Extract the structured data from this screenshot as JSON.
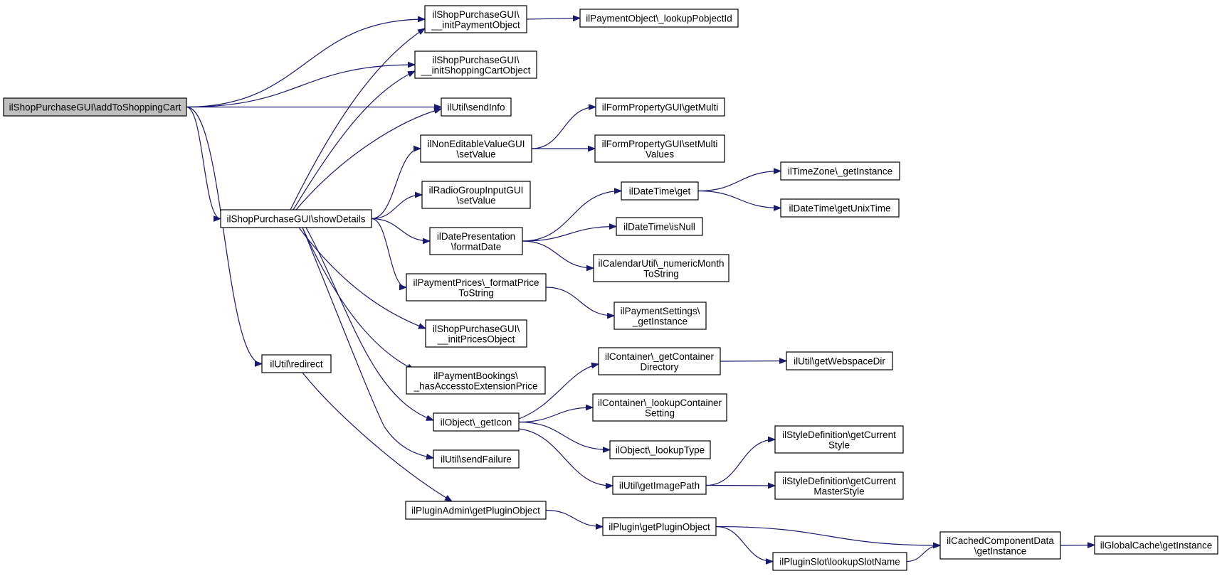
{
  "graph": {
    "nodes": [
      {
        "id": "n0",
        "lines": [
          "ilShopPurchaseGUI\\addToShoppingCart"
        ],
        "root": true
      },
      {
        "id": "n1",
        "lines": [
          "ilShopPurchaseGUI\\",
          "__initPaymentObject"
        ]
      },
      {
        "id": "n2",
        "lines": [
          "ilPaymentObject\\_lookupPobjectId"
        ]
      },
      {
        "id": "n3",
        "lines": [
          "ilShopPurchaseGUI\\",
          "__initShoppingCartObject"
        ]
      },
      {
        "id": "n4",
        "lines": [
          "ilUtil\\sendInfo"
        ]
      },
      {
        "id": "n5",
        "lines": [
          "ilShopPurchaseGUI\\showDetails"
        ]
      },
      {
        "id": "n6",
        "lines": [
          "ilUtil\\redirect"
        ]
      },
      {
        "id": "n7",
        "lines": [
          "ilNonEditableValueGUI",
          "\\setValue"
        ]
      },
      {
        "id": "n8",
        "lines": [
          "ilRadioGroupInputGUI",
          "\\setValue"
        ]
      },
      {
        "id": "n9",
        "lines": [
          "ilDatePresentation",
          "\\formatDate"
        ]
      },
      {
        "id": "n10",
        "lines": [
          "ilPaymentPrices\\_formatPrice",
          "ToString"
        ]
      },
      {
        "id": "n11",
        "lines": [
          "ilShopPurchaseGUI\\",
          "__initPricesObject"
        ]
      },
      {
        "id": "n12",
        "lines": [
          "ilPaymentBookings\\",
          "_hasAccesstoExtensionPrice"
        ]
      },
      {
        "id": "n13",
        "lines": [
          "ilObject\\_getIcon"
        ]
      },
      {
        "id": "n14",
        "lines": [
          "ilUtil\\sendFailure"
        ]
      },
      {
        "id": "n15",
        "lines": [
          "ilPluginAdmin\\getPluginObject"
        ]
      },
      {
        "id": "n16",
        "lines": [
          "ilFormPropertyGUI\\getMulti"
        ]
      },
      {
        "id": "n17",
        "lines": [
          "ilFormPropertyGUI\\setMulti",
          "Values"
        ]
      },
      {
        "id": "n18",
        "lines": [
          "ilDateTime\\get"
        ]
      },
      {
        "id": "n19",
        "lines": [
          "ilDateTime\\isNull"
        ]
      },
      {
        "id": "n20",
        "lines": [
          "ilCalendarUtil\\_numericMonth",
          "ToString"
        ]
      },
      {
        "id": "n21",
        "lines": [
          "ilTimeZone\\_getInstance"
        ]
      },
      {
        "id": "n22",
        "lines": [
          "ilDateTime\\getUnixTime"
        ]
      },
      {
        "id": "n23",
        "lines": [
          "ilPaymentSettings\\",
          "_getInstance"
        ]
      },
      {
        "id": "n24",
        "lines": [
          "ilContainer\\_getContainer",
          "Directory"
        ]
      },
      {
        "id": "n25",
        "lines": [
          "ilUtil\\getWebspaceDir"
        ]
      },
      {
        "id": "n26",
        "lines": [
          "ilContainer\\_lookupContainer",
          "Setting"
        ]
      },
      {
        "id": "n27",
        "lines": [
          "ilObject\\_lookupType"
        ]
      },
      {
        "id": "n28",
        "lines": [
          "ilUtil\\getImagePath"
        ]
      },
      {
        "id": "n29",
        "lines": [
          "ilStyleDefinition\\getCurrent",
          "Style"
        ]
      },
      {
        "id": "n30",
        "lines": [
          "ilStyleDefinition\\getCurrent",
          "MasterStyle"
        ]
      },
      {
        "id": "n31",
        "lines": [
          "ilPlugin\\getPluginObject"
        ]
      },
      {
        "id": "n32",
        "lines": [
          "ilCachedComponentData",
          "\\getInstance"
        ]
      },
      {
        "id": "n33",
        "lines": [
          "ilPluginSlot\\lookupSlotName"
        ]
      },
      {
        "id": "n34",
        "lines": [
          "ilGlobalCache\\getInstance"
        ]
      }
    ],
    "edges": [
      [
        "n0",
        "n1"
      ],
      [
        "n0",
        "n3"
      ],
      [
        "n0",
        "n4"
      ],
      [
        "n0",
        "n5"
      ],
      [
        "n0",
        "n6"
      ],
      [
        "n1",
        "n2"
      ],
      [
        "n5",
        "n1"
      ],
      [
        "n5",
        "n3"
      ],
      [
        "n5",
        "n4"
      ],
      [
        "n5",
        "n7"
      ],
      [
        "n5",
        "n8"
      ],
      [
        "n5",
        "n9"
      ],
      [
        "n5",
        "n10"
      ],
      [
        "n5",
        "n11"
      ],
      [
        "n5",
        "n12"
      ],
      [
        "n5",
        "n13"
      ],
      [
        "n5",
        "n14"
      ],
      [
        "n7",
        "n16"
      ],
      [
        "n7",
        "n17"
      ],
      [
        "n9",
        "n18"
      ],
      [
        "n9",
        "n19"
      ],
      [
        "n9",
        "n20"
      ],
      [
        "n18",
        "n21"
      ],
      [
        "n18",
        "n22"
      ],
      [
        "n10",
        "n23"
      ],
      [
        "n13",
        "n24"
      ],
      [
        "n13",
        "n26"
      ],
      [
        "n13",
        "n27"
      ],
      [
        "n13",
        "n28"
      ],
      [
        "n24",
        "n25"
      ],
      [
        "n28",
        "n29"
      ],
      [
        "n28",
        "n30"
      ],
      [
        "n6",
        "n15"
      ],
      [
        "n15",
        "n31"
      ],
      [
        "n31",
        "n32"
      ],
      [
        "n31",
        "n33"
      ],
      [
        "n33",
        "n32"
      ],
      [
        "n32",
        "n34"
      ]
    ]
  }
}
